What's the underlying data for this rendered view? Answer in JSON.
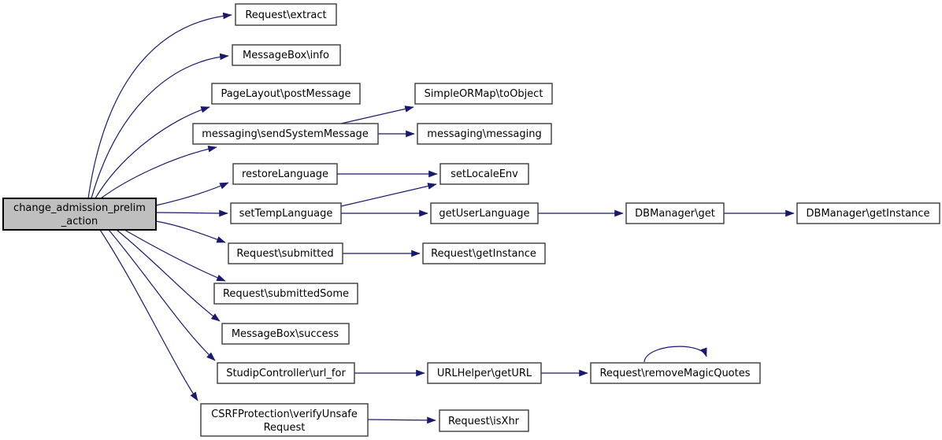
{
  "diagram": {
    "type": "call-graph",
    "background_color": "#ffffff",
    "edge_color": "#191970",
    "node_fill_color": "#ffffff",
    "node_border_color": "#3a3a3a",
    "highlighted_node_fill_color": "#bfbfbf",
    "highlighted_node_border_color": "#000000",
    "nodes": {
      "main": {
        "label_line1": "change_admission_prelim",
        "label_line2": "_action"
      },
      "request_extract": {
        "label": "Request\\extract"
      },
      "messagebox_info": {
        "label": "MessageBox\\info"
      },
      "pagelayout_postmessage": {
        "label": "PageLayout\\postMessage"
      },
      "messaging_sendsystemmessage": {
        "label": "messaging\\sendSystemMessage"
      },
      "simpleormap_toobject": {
        "label": "SimpleORMap\\toObject"
      },
      "messaging_messaging": {
        "label": "messaging\\messaging"
      },
      "restorelanguage": {
        "label": "restoreLanguage"
      },
      "setlocaleenv": {
        "label": "setLocaleEnv"
      },
      "settemplanguage": {
        "label": "setTempLanguage"
      },
      "getuserlanguage": {
        "label": "getUserLanguage"
      },
      "dbmanager_get": {
        "label": "DBManager\\get"
      },
      "dbmanager_getinstance": {
        "label": "DBManager\\getInstance"
      },
      "request_submitted": {
        "label": "Request\\submitted"
      },
      "request_getinstance": {
        "label": "Request\\getInstance"
      },
      "request_submittedsome": {
        "label": "Request\\submittedSome"
      },
      "messagebox_success": {
        "label": "MessageBox\\success"
      },
      "studipcontroller_url_for": {
        "label": "StudipController\\url_for"
      },
      "urlhelper_geturl": {
        "label": "URLHelper\\getURL"
      },
      "request_removemagicquotes": {
        "label": "Request\\removeMagicQuotes"
      },
      "csrfprotection_verifyunsaferequest": {
        "label_line1": "CSRFProtection\\verifyUnsafe",
        "label_line2": "Request"
      },
      "request_isxhr": {
        "label": "Request\\isXhr"
      }
    },
    "edges": [
      {
        "from": "change_admission_prelim_action",
        "to": "Request\\extract"
      },
      {
        "from": "change_admission_prelim_action",
        "to": "MessageBox\\info"
      },
      {
        "from": "change_admission_prelim_action",
        "to": "PageLayout\\postMessage"
      },
      {
        "from": "change_admission_prelim_action",
        "to": "messaging\\sendSystemMessage"
      },
      {
        "from": "change_admission_prelim_action",
        "to": "restoreLanguage"
      },
      {
        "from": "change_admission_prelim_action",
        "to": "setTempLanguage"
      },
      {
        "from": "change_admission_prelim_action",
        "to": "Request\\submitted"
      },
      {
        "from": "change_admission_prelim_action",
        "to": "Request\\submittedSome"
      },
      {
        "from": "change_admission_prelim_action",
        "to": "MessageBox\\success"
      },
      {
        "from": "change_admission_prelim_action",
        "to": "StudipController\\url_for"
      },
      {
        "from": "change_admission_prelim_action",
        "to": "CSRFProtection\\verifyUnsafeRequest"
      },
      {
        "from": "messaging\\sendSystemMessage",
        "to": "SimpleORMap\\toObject"
      },
      {
        "from": "messaging\\sendSystemMessage",
        "to": "messaging\\messaging"
      },
      {
        "from": "restoreLanguage",
        "to": "setLocaleEnv"
      },
      {
        "from": "setTempLanguage",
        "to": "setLocaleEnv"
      },
      {
        "from": "setTempLanguage",
        "to": "getUserLanguage"
      },
      {
        "from": "getUserLanguage",
        "to": "DBManager\\get"
      },
      {
        "from": "DBManager\\get",
        "to": "DBManager\\getInstance"
      },
      {
        "from": "Request\\submitted",
        "to": "Request\\getInstance"
      },
      {
        "from": "StudipController\\url_for",
        "to": "URLHelper\\getURL"
      },
      {
        "from": "URLHelper\\getURL",
        "to": "Request\\removeMagicQuotes"
      },
      {
        "from": "Request\\removeMagicQuotes",
        "to": "Request\\removeMagicQuotes"
      },
      {
        "from": "CSRFProtection\\verifyUnsafeRequest",
        "to": "Request\\isXhr"
      }
    ]
  }
}
